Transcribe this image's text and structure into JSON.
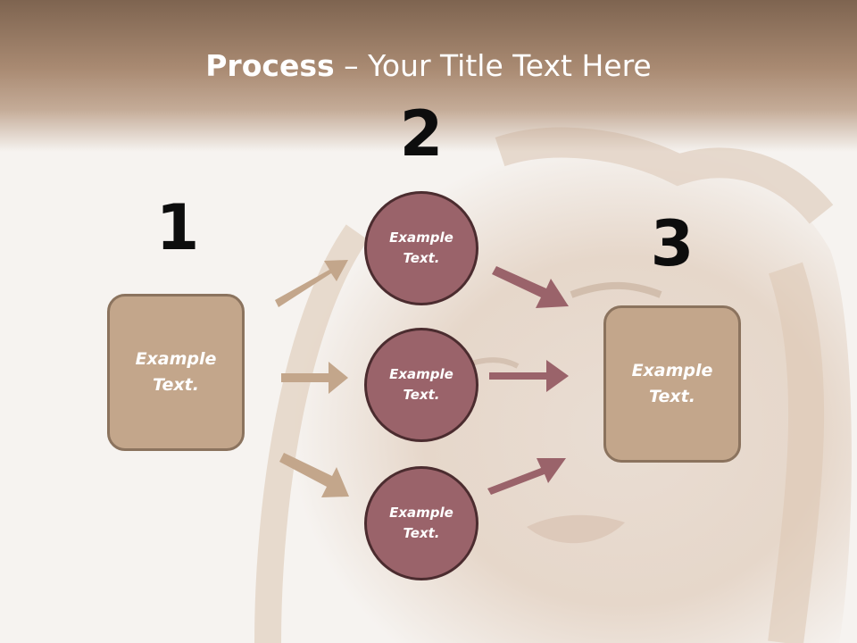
{
  "slide": {
    "title_bold": "Process",
    "title_rest": " – Your Title Text Here"
  },
  "steps": {
    "one": "1",
    "two": "2",
    "three": "3"
  },
  "left_box": {
    "text_line1": "Example",
    "text_line2": "Text."
  },
  "right_box": {
    "text_line1": "Example",
    "text_line2": "Text."
  },
  "circles": [
    {
      "line1": "Example",
      "line2": "Text."
    },
    {
      "line1": "Example",
      "line2": "Text."
    },
    {
      "line1": "Example",
      "line2": "Text."
    }
  ],
  "colors": {
    "header": "#a98a72",
    "box_fill": "#c3a68b",
    "circle_fill": "#9a636a",
    "arrow_tan": "#c3a68b",
    "arrow_rose": "#9a636a"
  }
}
